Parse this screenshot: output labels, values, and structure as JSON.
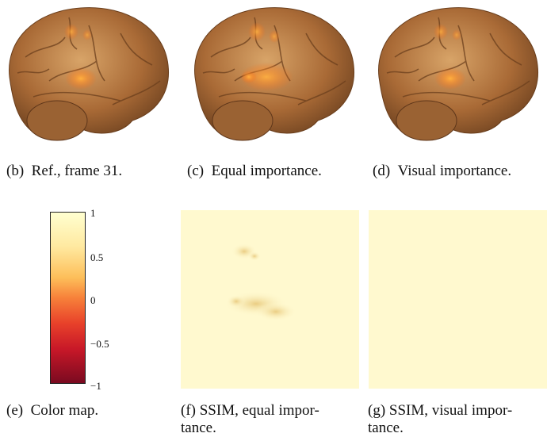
{
  "top_row": {
    "captions": [
      {
        "tag": "(b)",
        "text": "Ref., frame 31."
      },
      {
        "tag": "(c)",
        "text": "Equal importance."
      },
      {
        "tag": "(d)",
        "text": "Visual importance."
      }
    ]
  },
  "colormap": {
    "caption_tag": "(e)",
    "caption_text": "Color map.",
    "ticks": [
      "1",
      "0.5",
      "0",
      "−0.5",
      "−1"
    ]
  },
  "ssim_equal": {
    "caption_line1": "(f)  SSIM,  equal  impor-",
    "caption_line2": "tance."
  },
  "ssim_visual": {
    "caption_line1": "(g)  SSIM, visual impor-",
    "caption_line2": "tance."
  },
  "colors": {
    "ssim_background": "#fff9cf",
    "brain_skin": "#b0703a",
    "activation": "#ff8a1e"
  }
}
